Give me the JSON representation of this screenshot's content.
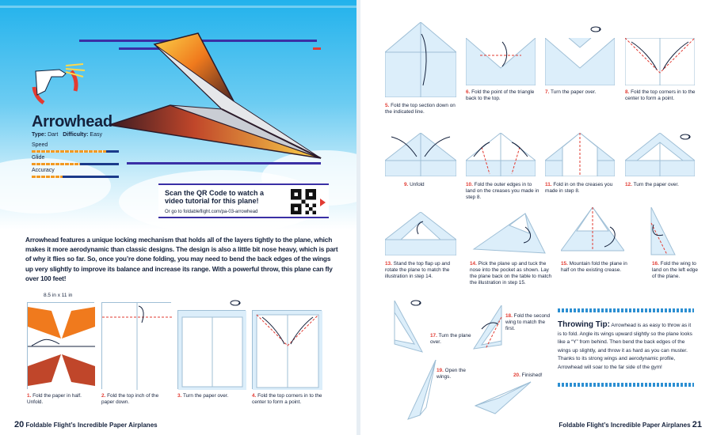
{
  "left": {
    "title": "Arrowhead",
    "type_label": "Type:",
    "type_value": "Dart",
    "difficulty_label": "Difficulty:",
    "difficulty_value": "Easy",
    "stats": [
      {
        "label": "Speed",
        "level": 0.85
      },
      {
        "label": "Glide",
        "level": 0.55
      },
      {
        "label": "Accuracy",
        "level": 0.35
      }
    ],
    "qr_heading": "Scan the QR Code to watch a video tutorial for this plane!",
    "qr_link": "Or go to foldableflight.com/pa-03-arrowhead",
    "intro": "Arrowhead features a unique locking mechanism that holds all of the layers tightly to the plane, which makes it more aerodynamic than classic designs. The design is also a little bit nose heavy, which is part of why it flies so far. So, once you’re done folding, you may need to bend the back edges of the wings up very slightly to improve its balance and increase its range. With a powerful throw, this plane can fly over 100 feet!",
    "paper_size": "8.5 in x 11 in",
    "steps": [
      {
        "num": "1.",
        "text": "Fold the paper in half. Unfold."
      },
      {
        "num": "2.",
        "text": "Fold the top inch of the paper down."
      },
      {
        "num": "3.",
        "text": "Turn the paper over."
      },
      {
        "num": "4.",
        "text": "Fold the top corners in to the center to form a point."
      }
    ],
    "footer_num": "20",
    "footer_title": "Foldable Flight’s Incredible Paper Airplanes"
  },
  "right": {
    "steps": [
      {
        "num": "5.",
        "text": "Fold the top section down on the indicated line."
      },
      {
        "num": "6.",
        "text": "Fold the point of the triangle back to the top."
      },
      {
        "num": "7.",
        "text": "Turn the paper over."
      },
      {
        "num": "8.",
        "text": "Fold the top corners in to the center to form a point."
      },
      {
        "num": "9.",
        "text": "Unfold"
      },
      {
        "num": "10.",
        "text": "Fold the outer edges in to land on the creases you made in step 8."
      },
      {
        "num": "11.",
        "text": "Fold in on the creases you made in step 8."
      },
      {
        "num": "12.",
        "text": "Turn the paper over."
      },
      {
        "num": "13.",
        "text": "Stand the top flap up and rotate the plane to match the illustration in step 14."
      },
      {
        "num": "14.",
        "text": "Pick the plane up and tuck the nose into the pocket as shown. Lay the plane back on the table to match the illustration in step 15."
      },
      {
        "num": "15.",
        "text": "Mountain fold the plane in half on the existing crease."
      },
      {
        "num": "16.",
        "text": "Fold the wing to land on the left edge of the plane."
      },
      {
        "num": "17.",
        "text": "Turn the plane over."
      },
      {
        "num": "18.",
        "text": "Fold the second wing to match the first."
      },
      {
        "num": "19.",
        "text": "Open the wings."
      },
      {
        "num": "20.",
        "text": "Finished!"
      }
    ],
    "flip_label": "flip over",
    "tip_title": "Throwing Tip:",
    "tip_text": "Arrowhead is as easy to throw as it is to fold. Angle its wings upward slightly so the plane looks like a “Y” from behind. Then bend the back edges of the wings up slightly, and throw it as hard as you can muster. Thanks to its strong wings and aerodynamic profile, Arrowhead will soar to the far side of the gym!",
    "footer_title": "Foldable Flight’s Incredible Paper Airplanes",
    "footer_num": "21"
  },
  "colors": {
    "accent_red": "#e23b32",
    "navy": "#15223d",
    "sky": "#22b2ec",
    "paper_blue": "#dceefa",
    "stripe": "#3a2fa5"
  }
}
